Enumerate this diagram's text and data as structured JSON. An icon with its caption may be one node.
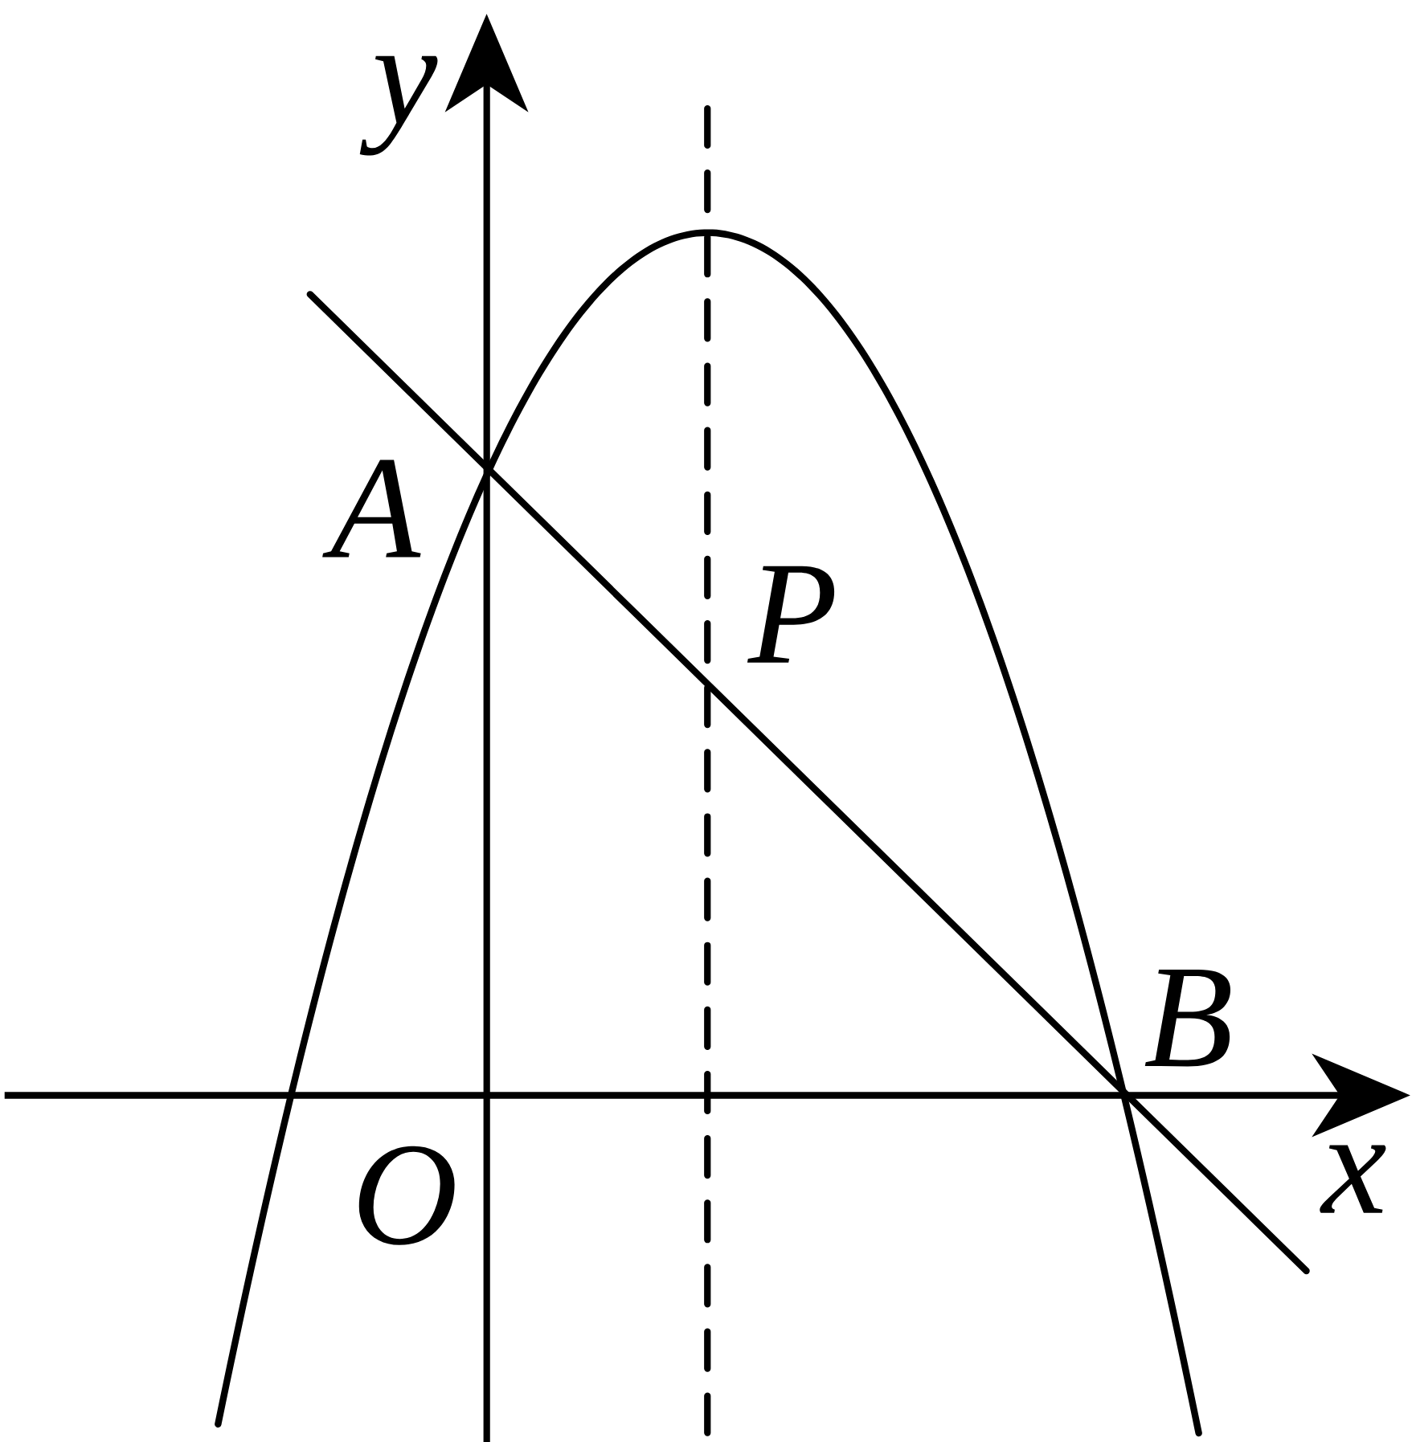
{
  "diagram": {
    "labels": [
      "y",
      "x",
      "O",
      "A",
      "B",
      "P"
    ]
  }
}
